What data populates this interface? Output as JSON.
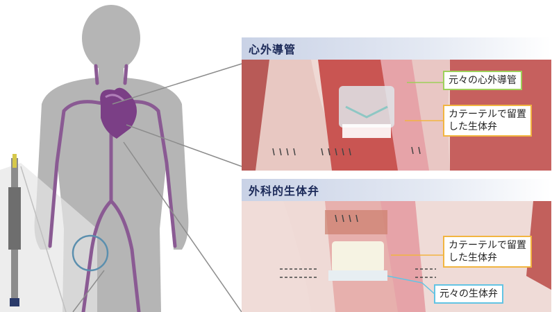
{
  "panels": {
    "top": {
      "title": "心外導管",
      "callouts": {
        "original": "元々の心外導管",
        "catheter_line1": "カテーテルで留置",
        "catheter_line2": "した生体弁"
      }
    },
    "bottom": {
      "title": "外科的生体弁",
      "callouts": {
        "catheter_line1": "カテーテルで留置",
        "catheter_line2": "した生体弁",
        "original": "元々の生体弁"
      }
    }
  },
  "colors": {
    "body_silhouette": "#b3b3b3",
    "vessels": "#8a5a93",
    "heart": "#7b3f86",
    "highlight_circle": "#5b8fae",
    "title_text": "#1c2a59",
    "callout_green": "#9ed05a",
    "callout_orange": "#f2b540",
    "callout_blue": "#62c4e4"
  }
}
